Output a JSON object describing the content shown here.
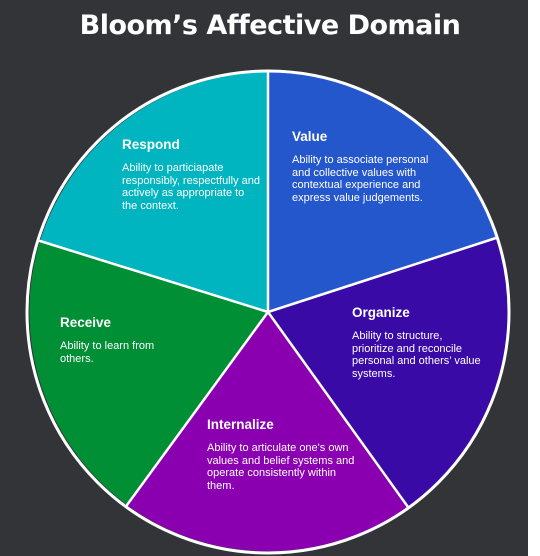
{
  "title": "Bloom’s Affective Domain",
  "segments": {
    "respond": {
      "label": "Respond",
      "description": "Ability to particiapate responsibly, respectfully and actively as appropriate to the context.",
      "color": "#00b5bf"
    },
    "value": {
      "label": "Value",
      "description": "Ability to associate personal and collective values with contextual experience and express value judgements.",
      "color": "#2456cc"
    },
    "organize": {
      "label": "Organize",
      "description": "Ability to structure, prioritize and reconcile personal and others’ value systems.",
      "color": "#3a0aa6"
    },
    "internalize": {
      "label": "Internalize",
      "description": "Ability to articulate one's own values and belief systems and operate consistently within them.",
      "color": "#8a00b0"
    },
    "receive": {
      "label": "Receive",
      "description": "Ability to learn from others.",
      "color": "#008f34"
    }
  }
}
